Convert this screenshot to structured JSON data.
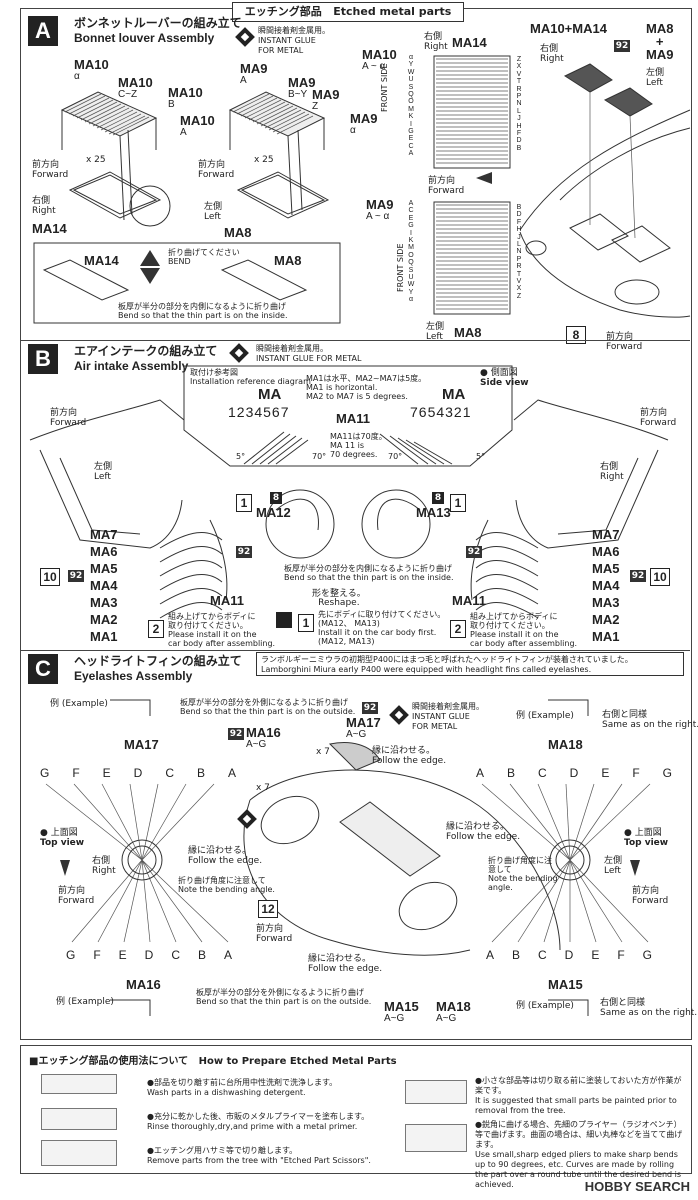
{
  "header": {
    "title_jp": "エッチング部品",
    "title_en": "Etched metal parts"
  },
  "sectionA": {
    "letter": "A",
    "title_jp": "ボンネットルーバーの組み立て",
    "title_en": "Bonnet louver Assembly",
    "glue_jp": "瞬間接着剤金属用。",
    "glue_en1": "INSTANT GLUE",
    "glue_en2": "FOR METAL",
    "ma10_alpha": "MA10",
    "ma10_alpha_sub": "α",
    "ma10_cz": "MA10",
    "ma10_cz_sub": "C~Z",
    "ma10_b": "MA10",
    "ma10_b_sub": "B",
    "ma10_a": "MA10",
    "ma10_a_sub": "A",
    "ma9_a": "MA9",
    "ma9_a_sub": "A",
    "ma9_by": "MA9",
    "ma9_by_sub": "B~Y",
    "ma9_z": "MA9",
    "ma9_z_sub": "Z",
    "ma9_alpha": "MA9",
    "ma9_alpha_sub": "α",
    "x25a": "x 25",
    "x25b": "x 25",
    "fwd_jp": "前方向",
    "fwd_en": "Forward",
    "right_jp": "右側",
    "right_en": "Right",
    "left_jp": "左側",
    "left_en": "Left",
    "ma14": "MA14",
    "ma8": "MA8",
    "ma14_b": "MA14",
    "ma8_b": "MA8",
    "bend_jp": "折り曲げてください",
    "bend_en": "BEND",
    "bend_note_jp": "板厚が半分の部分を内側になるように折り曲げ",
    "bend_note_en": "Bend so that the thin part is on the inside.",
    "ma10_right_jp": "右側",
    "ma10_right_en": "Right",
    "ma10_range_label": "MA10",
    "ma10_range_sub": "A ~ α",
    "ma14_top": "MA14",
    "front_side": "FRONT SIDE",
    "letters_10": [
      "α",
      "Y",
      "W",
      "U",
      "S",
      "Q",
      "O",
      "M",
      "K",
      "I",
      "G",
      "E",
      "C",
      "A"
    ],
    "letters_10b": [
      "Z",
      "X",
      "V",
      "T",
      "R",
      "P",
      "N",
      "L",
      "J",
      "H",
      "F",
      "D",
      "B"
    ],
    "fwd2_jp": "前方向",
    "fwd2_en": "Forward",
    "ma9_range_label": "MA9",
    "ma9_range_sub": "A ~ α",
    "letters_9": [
      "A",
      "C",
      "E",
      "G",
      "I",
      "K",
      "M",
      "O",
      "Q",
      "S",
      "U",
      "W",
      "Y",
      "α"
    ],
    "letters_9b": [
      "B",
      "D",
      "F",
      "H",
      "J",
      "L",
      "N",
      "P",
      "R",
      "T",
      "V",
      "X",
      "Z"
    ],
    "ma9_left_jp": "左側",
    "ma9_left_en": "Left",
    "ma8_bottom": "MA8",
    "combo": "MA10+MA14",
    "combo_right_jp": "右側",
    "combo_right_en": "Right",
    "ma8_ma9": [
      "MA8",
      "+",
      "MA9"
    ],
    "combo_left_jp": "左側",
    "combo_left_en": "Left",
    "step8": "8",
    "fwd3_jp": "前方向",
    "fwd3_en": "Forward",
    "badge": "92"
  },
  "sectionB": {
    "letter": "B",
    "title_jp": "エアインテークの組み立て",
    "title_en": "Air intake Assembly",
    "glue_jp": "瞬間接着剤金属用。",
    "glue_en": "INSTANT GLUE  FOR METAL",
    "ref_jp": "取付け参考図",
    "ref_en": "Installation reference diagram",
    "ma1_jp": "MA1は水平、MA2~MA7は5度。",
    "ma1_en1": "MA1 is horizontal.",
    "ma1_en2": "MA2 to MA7 is 5 degrees.",
    "ma_left": "MA",
    "ma_left_nums": "1234567",
    "ma_right": "MA",
    "ma_right_nums": "7654321",
    "side_jp": "● 側面図",
    "side_en": "Side view",
    "ma11": "MA11",
    "ma11_jp": "MA11は70度。",
    "ma11_en1": "MA 11 is",
    "ma11_en2": "70 degrees.",
    "deg5a": "5°",
    "deg70a": "70°",
    "deg70b": "70°",
    "deg5b": "5°",
    "fwd_l_jp": "前方向",
    "fwd_l_en": "Forward",
    "fwd_r_jp": "前方向",
    "fwd_r_en": "Forward",
    "left_jp": "左側",
    "left_en": "Left",
    "right_jp": "右側",
    "right_en": "Right",
    "step1a": "1",
    "step8a": "8",
    "ma12": "MA12",
    "step1b": "1",
    "step8b": "8",
    "ma13": "MA13",
    "left_parts": [
      "MA7",
      "MA6",
      "MA5",
      "MA4",
      "MA3",
      "MA2",
      "MA1"
    ],
    "right_parts": [
      "MA7",
      "MA6",
      "MA5",
      "MA4",
      "MA3",
      "MA2",
      "MA1"
    ],
    "ma11_l": "MA11",
    "ma11_r": "MA11",
    "step10l": "10",
    "step10r": "10",
    "badge": "92",
    "bend_jp": "板厚が半分の部分を内側になるように折り曲げ",
    "bend_en": "Bend so that the thin part is on the inside.",
    "reshape_jp": "形を整える。",
    "reshape_en": "Reshape.",
    "s2l": "2",
    "s2l_jp1": "組み上げてからボディに",
    "s2l_jp2": "取り付けてください。",
    "s2l_en1": "Please install it on the",
    "s2l_en2": "car body after assembling.",
    "s1": "1",
    "s1_jp": "先にボディに取り付けてください。",
    "s1_en1": "Install it on the car body first.",
    "s1_en2": "(MA12,  MA13)",
    "s1_paren": "(MA12、 MA13)",
    "s2r": "2",
    "s2r_jp1": "組み上げてからボディに",
    "s2r_jp2": "取り付けてください。",
    "s2r_en1": "Please install it on the",
    "s2r_en2": "car body after assembling."
  },
  "sectionC": {
    "letter": "C",
    "title_jp": "ヘッドライトフィンの組み立て",
    "title_en": "Eyelashes Assembly",
    "info_jp": "ランボルギーニミウラの初期型P400にはまつ毛と呼ばれたヘッドライトフィンが装着されていました。",
    "info_en": "Lamborghini Miura early P400 were equipped with headlight fins called eyelashes.",
    "example": "例 (Example)",
    "bend_out_jp": "板厚が半分の部分を外側になるように折り曲げ",
    "bend_out_en": "Bend so that the thin part is on the outside.",
    "ma16_top": "MA16",
    "ma16_top_sub": "A~G",
    "ma17_top": "MA17",
    "ma17_top_sub": "A~G",
    "x7a": "x 7",
    "x7b": "x 7",
    "glue_jp": "瞬間接着剤金属用。",
    "glue_en1": "INSTANT GLUE",
    "glue_en2": "FOR METAL",
    "same_right_jp": "右側と同様",
    "same_right_en": "Same as on the right.",
    "example_r": "例 (Example)",
    "ma17": "MA17",
    "ma18": "MA18",
    "letters_ma17": [
      "G",
      "F",
      "E",
      "D",
      "C",
      "B",
      "A"
    ],
    "letters_ma18": [
      "A",
      "B",
      "C",
      "D",
      "E",
      "F",
      "G"
    ],
    "edge_jp": "縁に沿わせる。",
    "edge_en": "Follow the edge.",
    "edge2_jp": "縁に沿わせる。",
    "edge2_en": "Follow the edge.",
    "edge3_jp": "縁に沿わせる。",
    "edge3_en": "Follow the edge.",
    "edge4_jp": "縁に沿わせる。",
    "edge4_en": "Follow the edge.",
    "top_l_jp": "● 上面図",
    "top_l_en": "Top view",
    "top_r_jp": "● 上面図",
    "top_r_en": "Top view",
    "right_jp": "右側",
    "right_en": "Right",
    "left_jp": "左側",
    "left_en": "Left",
    "fwd_l_jp": "前方向",
    "fwd_l_en": "Forward",
    "fwd_r_jp": "前方向",
    "fwd_r_en": "Forward",
    "angle_jp": "折り曲げ角度に注意して",
    "angle_en": "Note the bending angle.",
    "angle2_jp1": "折り曲げ角度に注",
    "angle2_jp2": "意して",
    "angle2_en1": "Note the bending",
    "angle2_en2": "angle.",
    "step12": "12",
    "fwd_c_jp": "前方向",
    "fwd_c_en": "Forward",
    "letters_ma16": [
      "G",
      "F",
      "E",
      "D",
      "C",
      "B",
      "A"
    ],
    "letters_ma15": [
      "A",
      "B",
      "C",
      "D",
      "E",
      "F",
      "G"
    ],
    "ma16": "MA16",
    "ma15": "MA15",
    "example_b": "例 (Example)",
    "bend_out2_jp": "板厚が半分の部分を外側になるように折り曲げ",
    "bend_out2_en": "Bend so that the thin part is on the outside.",
    "ma15_b": "MA15",
    "ma15_b_sub": "A~G",
    "ma18_b": "MA18",
    "ma18_b_sub": "A~G",
    "example_br": "例 (Example)",
    "same_right2_jp": "右側と同様",
    "same_right2_en": "Same as on the right.",
    "badge": "92"
  },
  "howto": {
    "title_jp": "■エッチング部品の使用法について",
    "title_en": "How to Prepare Etched Metal Parts",
    "items": [
      {
        "jp": "●部品を切り離す前に台所用中性洗剤で洗浄します。",
        "en": "Wash parts in a dishwashing detergent."
      },
      {
        "jp": "●充分に乾かした後、市販のメタルプライマーを塗布します。",
        "en": "Rinse thoroughly,dry,and prime with a metal primer."
      },
      {
        "jp": "●エッチング用ハサミ等で切り離します。",
        "en": "Remove parts from the tree with \"Etched Part Scissors\"."
      }
    ],
    "items_r": [
      {
        "jp": "●小さな部品等は切り取る前に塗装しておいた方が作業が楽です。",
        "en": "It is suggested that small parts be painted prior to removal from the tree."
      },
      {
        "jp": "●鋭角に曲げる場合、先細のプライヤー（ラジオペンチ）等で曲げます。曲面の場合は、細い丸棒などを当てて曲げます。",
        "en": "Use small,sharp edged pliers to make sharp bends up to 90 degrees, etc. Curves are made by rolling the part over a round tube until the desired bend is achieved."
      }
    ]
  },
  "watermark": "HOBBY SEARCH"
}
